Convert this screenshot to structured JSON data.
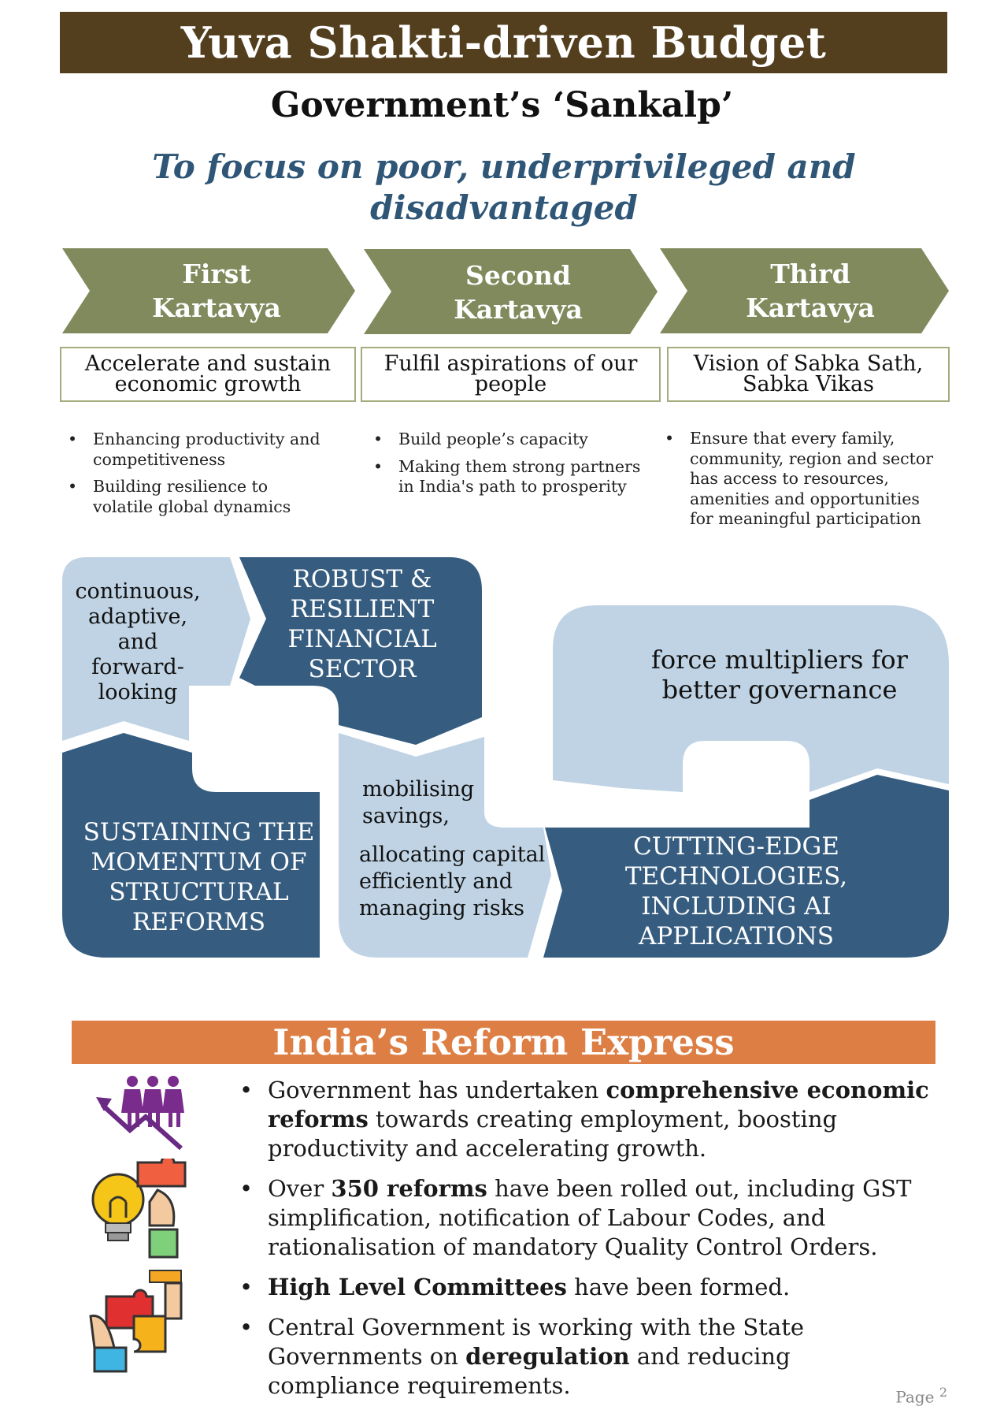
{
  "header": {
    "title": "Yuva Shakti-driven Budget",
    "subtitle": "Government’s ‘Sankalp’",
    "tagline_line1": "To focus on poor, underprivileged and",
    "tagline_line2": "disadvantaged"
  },
  "kartavyas": [
    {
      "line1": "First",
      "line2": "Kartavya",
      "desc_line1": "Accelerate and sustain",
      "desc_line2": "economic growth",
      "bullets": [
        "Enhancing productivity and competitiveness",
        "Building resilience to volatile global dynamics"
      ]
    },
    {
      "line1": "Second",
      "line2": "Kartavya",
      "desc_line1": "Fulfil aspirations of our",
      "desc_line2": "people",
      "bullets": [
        "Build people’s capacity",
        "Making them strong partners in India's path to prosperity"
      ]
    },
    {
      "line1": "Third",
      "line2": "Kartavya",
      "desc_line1": "Vision of Sabka Sath,",
      "desc_line2": "Sabka Vikas",
      "bullets": [
        "Ensure that every family, community, region and sector has access to resources, amenities and opportunities for meaningful participation"
      ]
    }
  ],
  "diagram": {
    "continuous": [
      "continuous,",
      "adaptive,",
      "and",
      "forward-",
      "looking"
    ],
    "robust": [
      "ROBUST &",
      "RESILIENT",
      "FINANCIAL",
      "SECTOR"
    ],
    "force": [
      "force multipliers for",
      "better governance"
    ],
    "sustaining": [
      "SUSTAINING THE",
      "MOMENTUM OF",
      "STRUCTURAL",
      "REFORMS"
    ],
    "mobilising": [
      "mobilising",
      "savings,"
    ],
    "allocating": [
      "allocating capital",
      "efficiently and",
      "managing risks"
    ],
    "cutting": [
      "CUTTING-EDGE",
      "TECHNOLOGIES,",
      "INCLUDING AI",
      "APPLICATIONS"
    ]
  },
  "reform": {
    "title": "India’s Reform Express",
    "items": [
      {
        "t1": "Government has undertaken ",
        "b1": "comprehensive economic reforms",
        "t2": " towards creating employment, boosting productivity and accelerating growth."
      },
      {
        "t1": "Over ",
        "b1": "350 reforms",
        "t2": " have been rolled out, including GST simplification, notification of Labour Codes, and rationalisation of mandatory Quality Control Orders."
      },
      {
        "t1": "",
        "b1": "High Level Committees",
        "t2": " have been formed."
      },
      {
        "t1": "Central Government is working with the State Governments on ",
        "b1": "deregulation",
        "t2": " and reducing compliance requirements."
      }
    ]
  },
  "footer": {
    "page_label": "Page",
    "page_number": "2"
  },
  "colors": {
    "title_bar": "#533f1e",
    "olive": "#808a5d",
    "olive_border": "#a4ac7d",
    "dark_blue": "#365d80",
    "light_blue": "#bfd3e4",
    "tagline": "#2f5676",
    "orange": "#dd7f45"
  }
}
